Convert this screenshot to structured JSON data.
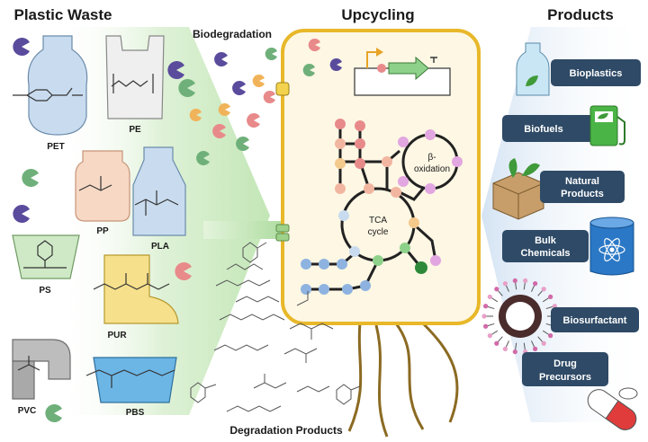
{
  "headings": {
    "plastic_waste": "Plastic Waste",
    "upcycling": "Upcycling",
    "products": "Products",
    "biodegradation": "Biodegradation",
    "degradation_products": "Degradation Products"
  },
  "plastics": {
    "pet": "PET",
    "pe": "PE",
    "pp": "PP",
    "pla": "PLA",
    "ps": "PS",
    "pur": "PUR",
    "pvc": "PVC",
    "pbs": "PBS"
  },
  "cell": {
    "tca_line1": "TCA",
    "tca_line2": "cycle",
    "beta_line1": "β-",
    "beta_line2": "oxidation"
  },
  "products": {
    "bioplastics": "Bioplastics",
    "biofuels": "Biofuels",
    "natural_line1": "Natural",
    "natural_line2": "Products",
    "bulk_line1": "Bulk",
    "bulk_line2": "Chemicals",
    "biosurfactant": "Biosurfactant",
    "drug_line1": "Drug",
    "drug_line2": "Precursors"
  },
  "colors": {
    "product_box": "#2e4a66",
    "cell_border": "#e8b82a",
    "cell_fill": "#fdf7e4",
    "enzyme_purple": "#5a4b9c",
    "enzyme_green": "#6fb07a",
    "enzyme_pink": "#e88a8a",
    "flow_green": "#a7d99a"
  }
}
